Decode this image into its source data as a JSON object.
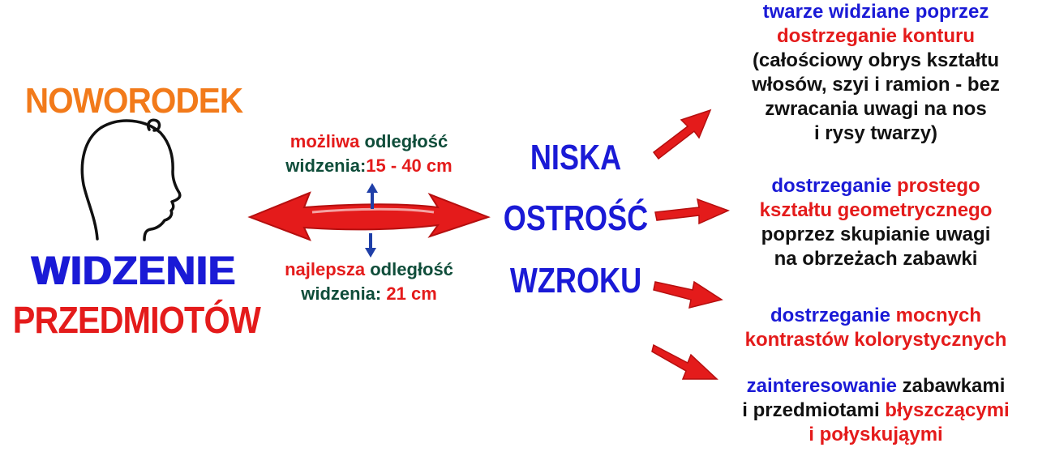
{
  "left": {
    "title": "NOWORODEK",
    "subtitle_line1": "WIDZENIE",
    "subtitle_line2": "PRZEDMIOTÓW"
  },
  "middle": {
    "possible_distance": {
      "word1": "możliwa",
      "word2": "odległość",
      "word3": "widzenia:",
      "value": "15 - 40 cm"
    },
    "best_distance": {
      "word1": "najlepsza",
      "word2": "odległość",
      "word3": "widzenia:",
      "value": "21 cm"
    }
  },
  "center": {
    "line1": "NISKA",
    "line2": "OSTROŚĆ",
    "line3": "WZROKU"
  },
  "right": {
    "box1": {
      "l1": "twarze widziane poprzez",
      "l2": "dostrzeganie konturu",
      "l3": "(całościowy obrys kształtu",
      "l4": "włosów, szyi i ramion - bez",
      "l5": "zwracania uwagi na nos",
      "l6": "i rysy twarzy)"
    },
    "box2": {
      "l1a": "dostrzeganie",
      "l1b": "prostego",
      "l2": "kształtu geometrycznego",
      "l3": "poprzez skupianie uwagi",
      "l4": "na obrzeżach zabawki"
    },
    "box3": {
      "l1a": "dostrzeganie",
      "l1b": "mocnych",
      "l2": "kontrastów kolorystycznych"
    },
    "box4": {
      "l1a": "zainteresowanie",
      "l1b": "zabawkami",
      "l2a": "i przedmiotami",
      "l2b": "błyszczącymi",
      "l3": "i połyskująymi"
    }
  },
  "colors": {
    "blue": "#1a1ad6",
    "red": "#e41b1b",
    "orange": "#f27a1a",
    "dark_green": "#0f4d3a",
    "black": "#111111"
  },
  "icons": {
    "head": "baby-head-profile-icon",
    "double_arrow": "red-double-arrow-icon",
    "small_arrows": "blue-up-down-arrow-icon",
    "right_arrows": "red-arrow-icon"
  }
}
